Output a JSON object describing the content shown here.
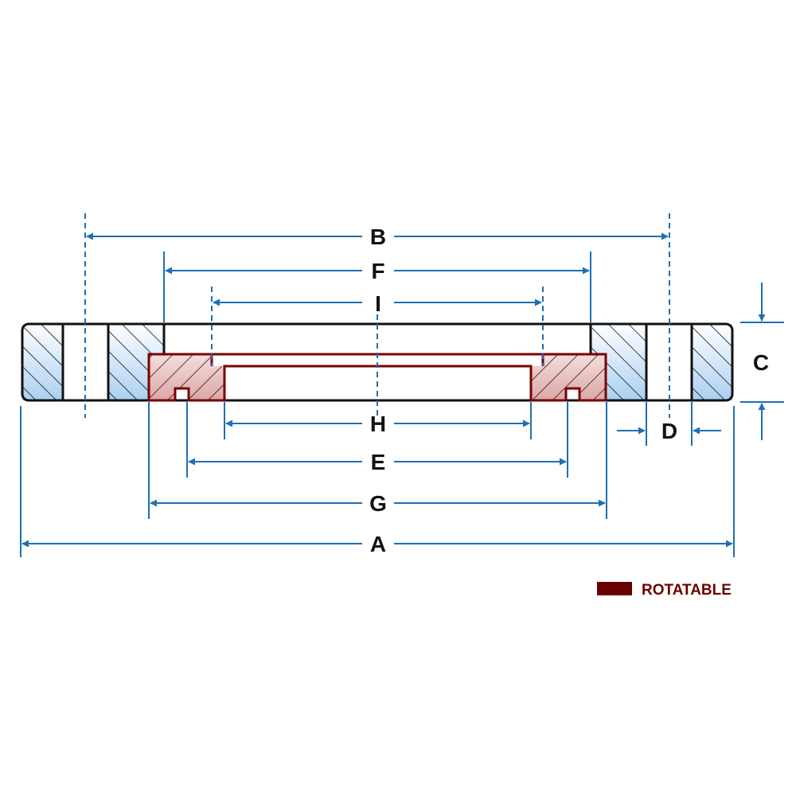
{
  "dimensions": {
    "A": "A",
    "B": "B",
    "C": "C",
    "D": "D",
    "E": "E",
    "F": "F",
    "G": "G",
    "H": "H",
    "I": "I"
  },
  "legend": {
    "label": "ROTATABLE"
  },
  "colors": {
    "dimension_line": "#1f6fb3",
    "outline": "#111111",
    "flange_fill": "#cfe3f3",
    "rotatable_outline": "#7a0000",
    "rotatable_fill": "#e4c0c0",
    "legend_swatch": "#6b0000"
  }
}
